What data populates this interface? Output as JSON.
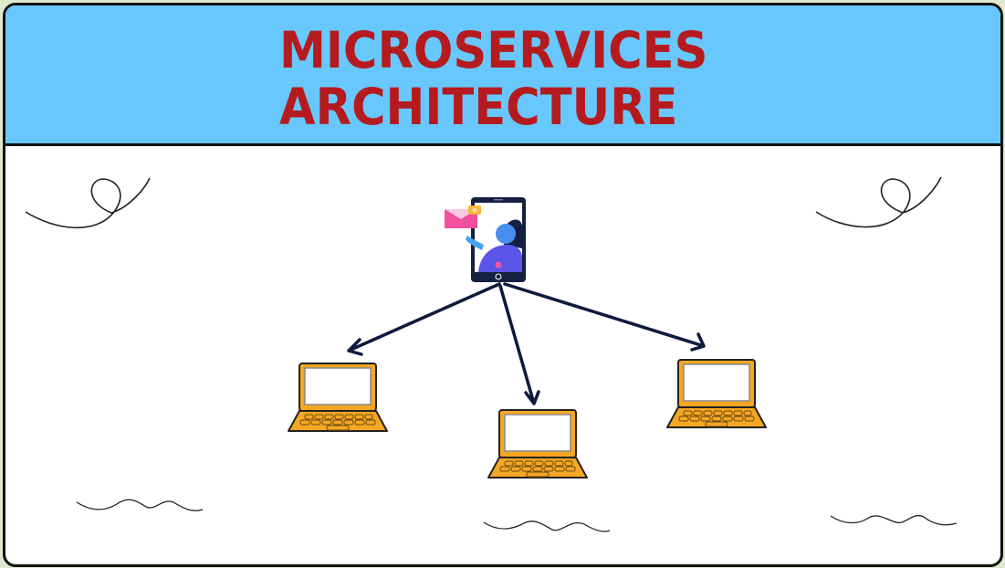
{
  "header": {
    "title_line1": "MICROSERVICES",
    "title_line2": "ARCHITECTURE",
    "background_color": "#68c8fd",
    "title_color": "#b51b1e"
  },
  "diagram": {
    "client": {
      "icon": "smartphone-user-icon",
      "label": ""
    },
    "services": [
      {
        "icon": "laptop-icon",
        "position": "left"
      },
      {
        "icon": "laptop-icon",
        "position": "center"
      },
      {
        "icon": "laptop-icon",
        "position": "right"
      }
    ],
    "arrows": [
      {
        "from": "client",
        "to": "left"
      },
      {
        "from": "client",
        "to": "center"
      },
      {
        "from": "client",
        "to": "right"
      }
    ],
    "colors": {
      "arrow": "#0e1a3d",
      "laptop": "#f5a623",
      "phone": "#142040"
    }
  },
  "decorations": [
    "loop-doodle-left",
    "loop-doodle-right",
    "wave-doodle-bottom-left",
    "wave-doodle-bottom-center",
    "wave-doodle-bottom-right"
  ]
}
